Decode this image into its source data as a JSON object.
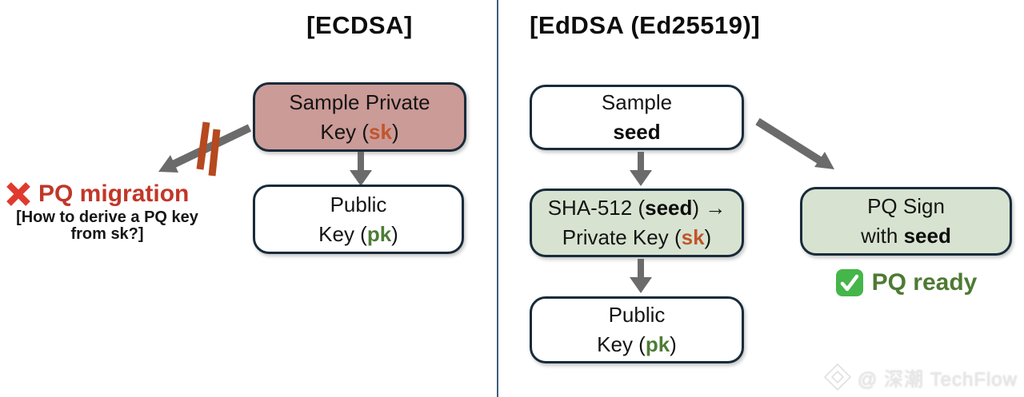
{
  "colors": {
    "box_border": "#182b3a",
    "pink_fill": "#cb9b97",
    "green_fill": "#d7e3d0",
    "white_fill": "#ffffff",
    "sk_orange": "#c0562c",
    "pk_green": "#4e7c37",
    "arrow_gray": "#6b6b6b",
    "blocked_bar": "#b5491f",
    "red_text": "#c13728",
    "red_x": "#e03a2f",
    "green_text": "#4e7a33",
    "check_green": "#45b649",
    "divider": "#3d5f7a",
    "watermark": "#e7e7e7"
  },
  "left_panel": {
    "title": "[ECDSA]",
    "sk_box": {
      "line1": "Sample Private",
      "line2_pre": "Key (",
      "line2_key": "sk",
      "line2_post": ")"
    },
    "pk_box": {
      "line1": "Public",
      "line2_pre": "Key (",
      "line2_key": "pk",
      "line2_post": ")"
    },
    "pq_migration": {
      "label": "PQ migration",
      "note_line1": "[How to derive a PQ key",
      "note_line2": "from sk?]"
    }
  },
  "right_panel": {
    "title": "[EdDSA (Ed25519)]",
    "seed_box": {
      "line1": "Sample",
      "line2": "seed"
    },
    "sha_box": {
      "line1_pre": "SHA-512 (",
      "line1_key": "seed",
      "line1_post": ") →",
      "line2_pre": "Private Key (",
      "line2_key": "sk",
      "line2_post": ")"
    },
    "pk_box": {
      "line1": "Public",
      "line2_pre": "Key (",
      "line2_key": "pk",
      "line2_post": ")"
    },
    "pq_sign_box": {
      "line1": "PQ Sign",
      "line2_pre": "with ",
      "line2_key": "seed"
    },
    "pq_ready_label": "PQ ready"
  },
  "watermark": {
    "text": "@ 深潮 TechFlow"
  }
}
